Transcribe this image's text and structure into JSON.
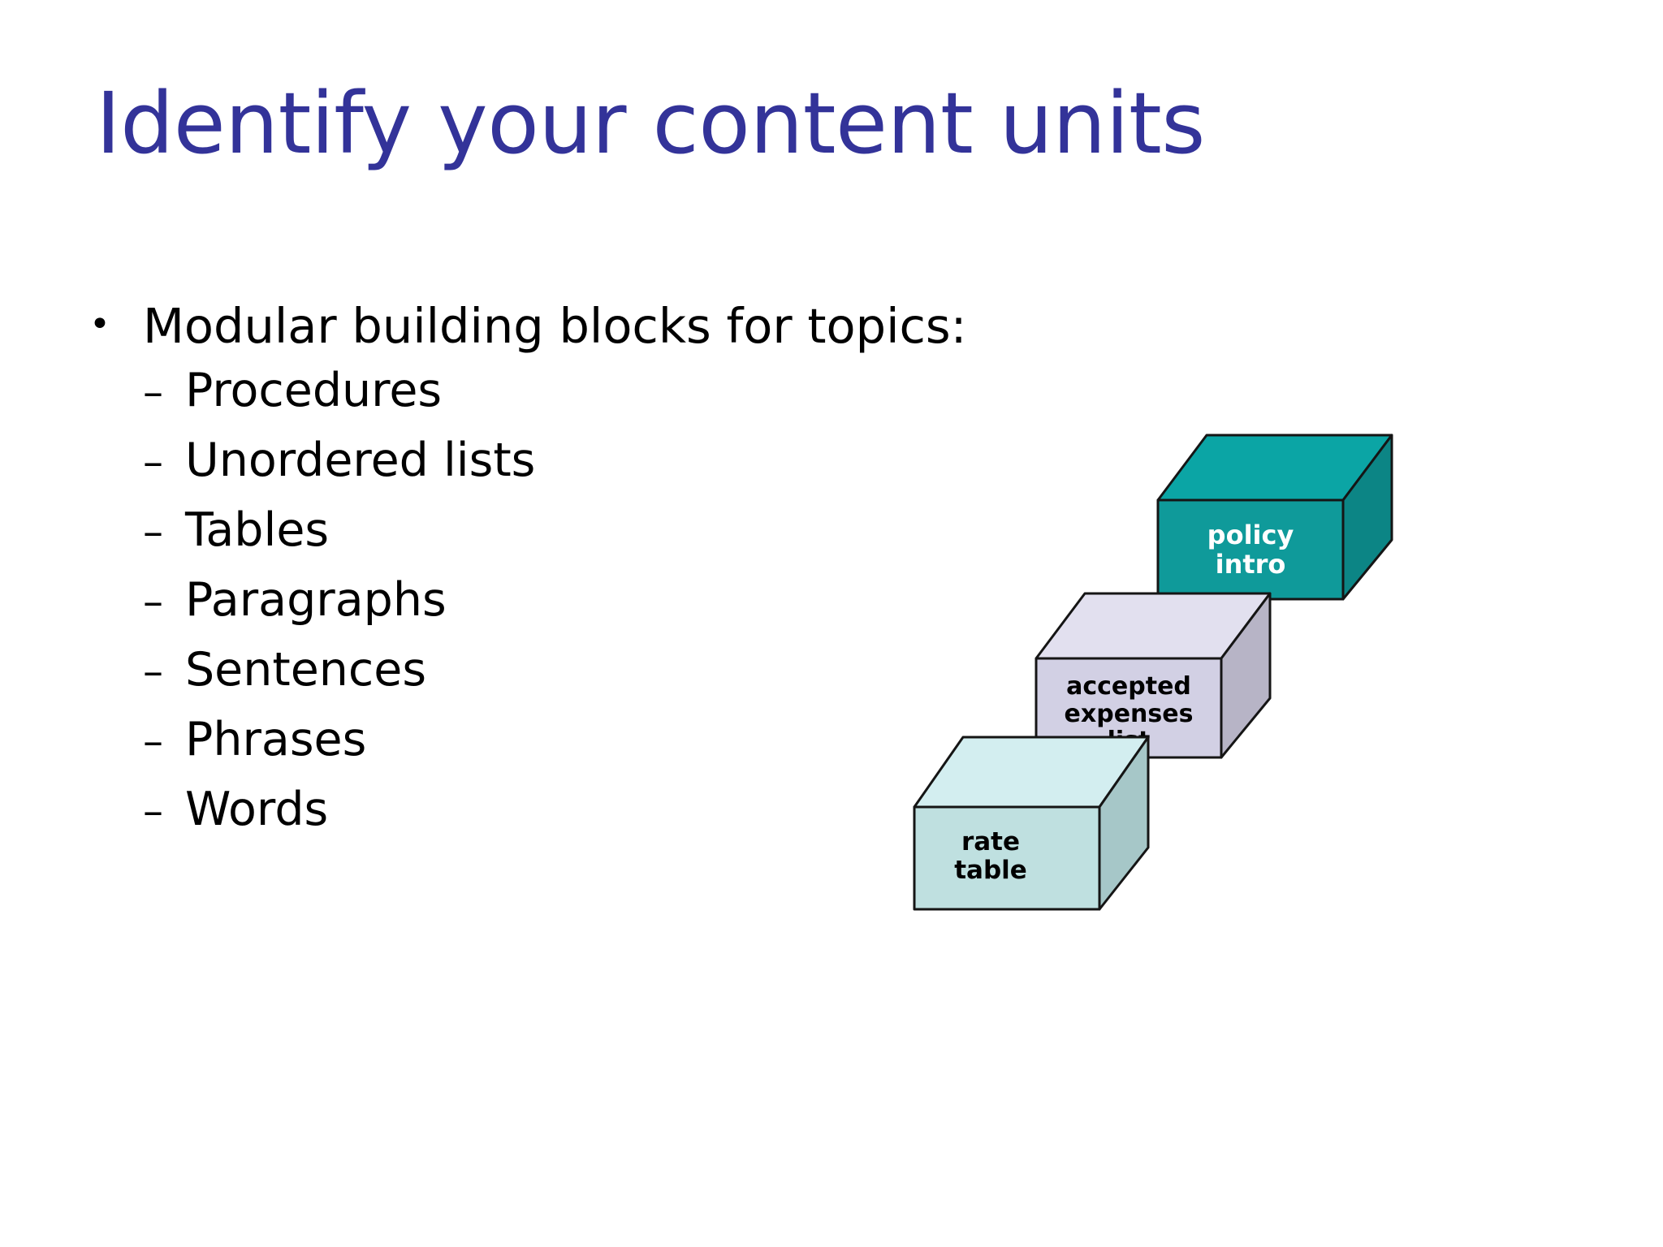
{
  "slide": {
    "title": "Identify your content units",
    "title_color": "#333399",
    "background_color": "#ffffff",
    "body_text_color": "#000000"
  },
  "body": {
    "bullets": [
      {
        "marker": "•",
        "text": "Modular building blocks for topics:",
        "level": 1
      }
    ],
    "sub_bullets": [
      {
        "marker": "–",
        "text": "Procedures"
      },
      {
        "marker": "–",
        "text": "Unordered lists"
      },
      {
        "marker": "–",
        "text": "Tables"
      },
      {
        "marker": "–",
        "text": "Paragraphs"
      },
      {
        "marker": "–",
        "text": "Sentences"
      },
      {
        "marker": "–",
        "text": "Phrases"
      },
      {
        "marker": "–",
        "text": "Words"
      }
    ]
  },
  "diagram": {
    "name": "content-unit-cubes",
    "cubes": [
      {
        "id": "policy-intro",
        "label": "policy\nintro",
        "label_color": "#ffffff",
        "front_color": "#0f9a9a",
        "top_color": "#0ba5a5",
        "side_color": "#0c8585",
        "stroke_color": "#151515"
      },
      {
        "id": "accepted-expenses-list",
        "label": "accepted\nexpenses\nlist",
        "label_color": "#000000",
        "front_color": "#d2d0e4",
        "top_color": "#e2e0ef",
        "side_color": "#b7b4c6",
        "stroke_color": "#151515"
      },
      {
        "id": "rate-table",
        "label": "rate\ntable",
        "label_color": "#000000",
        "front_color": "#bfe0e0",
        "top_color": "#d3eef0",
        "side_color": "#a6c7c8",
        "stroke_color": "#151515"
      }
    ]
  }
}
